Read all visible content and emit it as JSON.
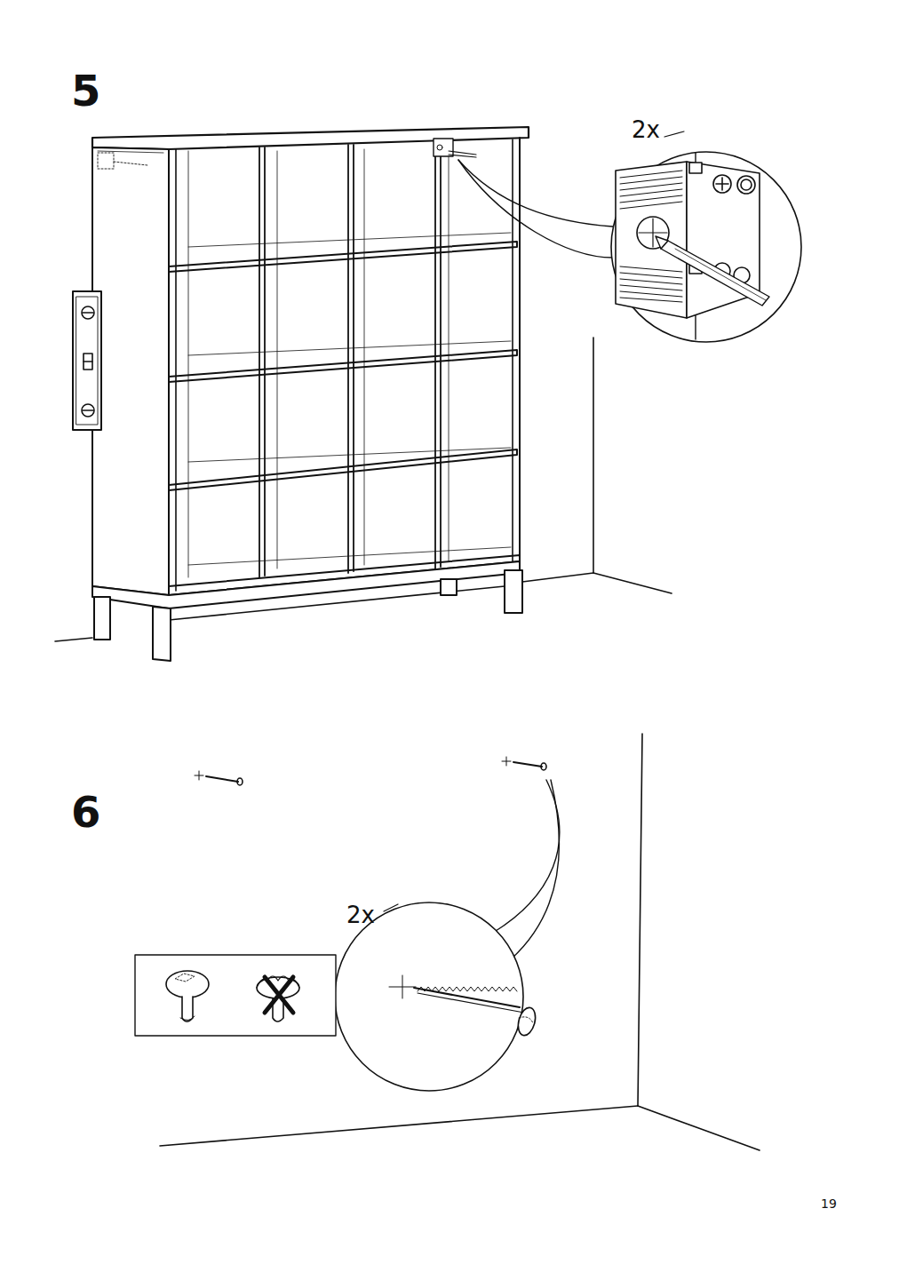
{
  "diagram": {
    "labels": [
      "5",
      "2x",
      "6",
      "2x",
      "19"
    ]
  }
}
